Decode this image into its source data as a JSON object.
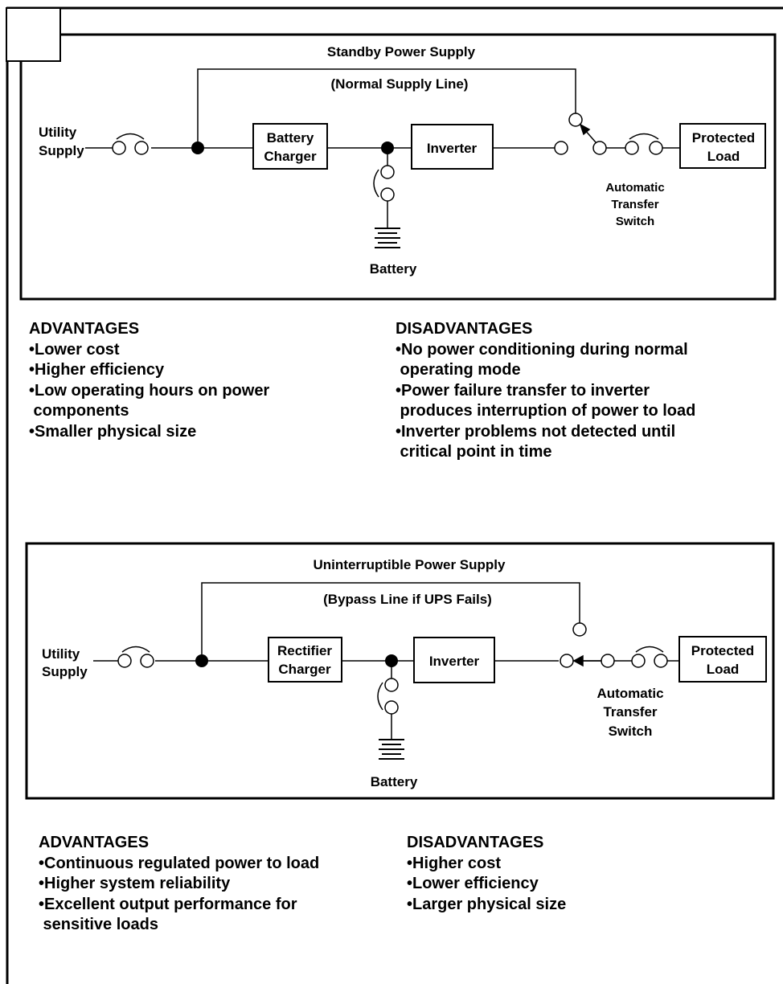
{
  "standby": {
    "title": "Standby Power Supply",
    "line_label": "(Normal Supply Line)",
    "utility_line1": "Utility",
    "utility_line2": "Supply",
    "charger_line1": "Battery",
    "charger_line2": "Charger",
    "inverter": "Inverter",
    "load_line1": "Protected",
    "load_line2": "Load",
    "switch_line1": "Automatic",
    "switch_line2": "Transfer",
    "switch_line3": "Switch",
    "battery": "Battery",
    "advantages": {
      "heading": "ADVANTAGES",
      "items": [
        [
          "Lower cost"
        ],
        [
          "Higher efficiency"
        ],
        [
          "Low operating hours on power",
          "components"
        ],
        [
          "Smaller physical size"
        ]
      ]
    },
    "disadvantages": {
      "heading": "DISADVANTAGES",
      "items": [
        [
          "No power conditioning during normal",
          "operating mode"
        ],
        [
          "Power failure transfer to inverter",
          "produces interruption of power to load"
        ],
        [
          "Inverter problems not detected until",
          "critical  point in time"
        ]
      ]
    }
  },
  "ups": {
    "title": "Uninterruptible Power Supply",
    "line_label": "(Bypass Line if UPS Fails)",
    "utility_line1": "Utility",
    "utility_line2": "Supply",
    "charger_line1": "Rectifier",
    "charger_line2": "Charger",
    "inverter": "Inverter",
    "load_line1": "Protected",
    "load_line2": "Load",
    "switch_line1": "Automatic",
    "switch_line2": "Transfer",
    "switch_line3": "Switch",
    "battery": "Battery",
    "advantages": {
      "heading": "ADVANTAGES",
      "items": [
        [
          "Continuous regulated power to load"
        ],
        [
          "Higher system reliability"
        ],
        [
          "Excellent output performance for",
          "sensitive loads"
        ]
      ]
    },
    "disadvantages": {
      "heading": "DISADVANTAGES",
      "items": [
        [
          "Higher cost"
        ],
        [
          "Lower efficiency"
        ],
        [
          "Larger physical size"
        ]
      ]
    }
  }
}
